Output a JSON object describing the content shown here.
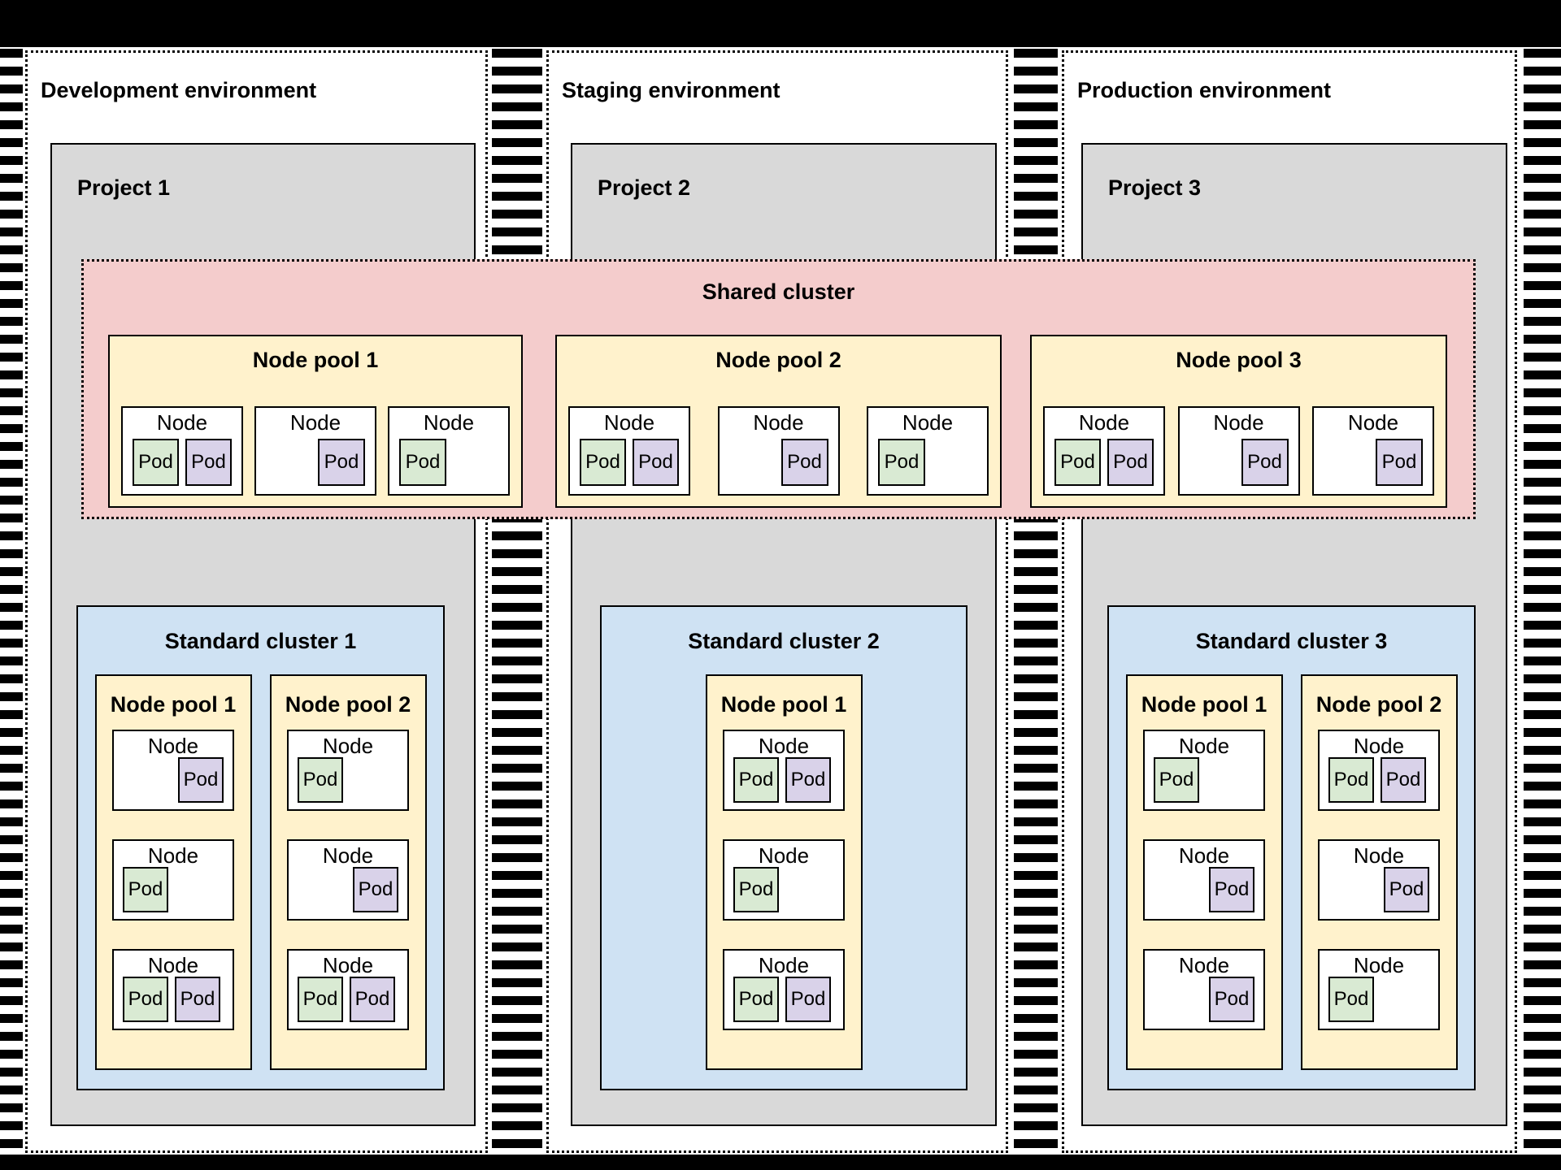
{
  "colors": {
    "project_gray": "#d9d9d9",
    "shared_cluster_pink": "#f4cccc",
    "node_pool_yellow": "#fff2cc",
    "standard_cluster_blue": "#cfe2f3",
    "pod_green": "#d9ead3",
    "pod_purple": "#d9d2e9",
    "border_black": "#000000",
    "background_white": "#ffffff"
  },
  "environments": [
    {
      "title": "Development environment",
      "project": {
        "title": "Project 1",
        "cluster": {
          "title": "Standard cluster 1",
          "node_pools": [
            {
              "title": "Node pool 1",
              "nodes": [
                {
                  "label": "Node",
                  "align": "right",
                  "pods": [
                    {
                      "label": "Pod",
                      "color": "purple"
                    }
                  ]
                },
                {
                  "label": "Node",
                  "align": "left",
                  "pods": [
                    {
                      "label": "Pod",
                      "color": "green"
                    }
                  ]
                },
                {
                  "label": "Node",
                  "align": "left",
                  "pods": [
                    {
                      "label": "Pod",
                      "color": "green"
                    },
                    {
                      "label": "Pod",
                      "color": "purple"
                    }
                  ]
                }
              ]
            },
            {
              "title": "Node pool 2",
              "nodes": [
                {
                  "label": "Node",
                  "align": "left",
                  "pods": [
                    {
                      "label": "Pod",
                      "color": "green"
                    }
                  ]
                },
                {
                  "label": "Node",
                  "align": "right",
                  "pods": [
                    {
                      "label": "Pod",
                      "color": "purple"
                    }
                  ]
                },
                {
                  "label": "Node",
                  "align": "left",
                  "pods": [
                    {
                      "label": "Pod",
                      "color": "green"
                    },
                    {
                      "label": "Pod",
                      "color": "purple"
                    }
                  ]
                }
              ]
            }
          ]
        }
      }
    },
    {
      "title": "Staging environment",
      "project": {
        "title": "Project 2",
        "cluster": {
          "title": "Standard cluster 2",
          "node_pools": [
            {
              "title": "Node pool 1",
              "nodes": [
                {
                  "label": "Node",
                  "align": "left",
                  "pods": [
                    {
                      "label": "Pod",
                      "color": "green"
                    },
                    {
                      "label": "Pod",
                      "color": "purple"
                    }
                  ]
                },
                {
                  "label": "Node",
                  "align": "left",
                  "pods": [
                    {
                      "label": "Pod",
                      "color": "green"
                    }
                  ]
                },
                {
                  "label": "Node",
                  "align": "left",
                  "pods": [
                    {
                      "label": "Pod",
                      "color": "green"
                    },
                    {
                      "label": "Pod",
                      "color": "purple"
                    }
                  ]
                }
              ]
            }
          ]
        }
      }
    },
    {
      "title": "Production environment",
      "project": {
        "title": "Project 3",
        "cluster": {
          "title": "Standard cluster 3",
          "node_pools": [
            {
              "title": "Node pool 1",
              "nodes": [
                {
                  "label": "Node",
                  "align": "left",
                  "pods": [
                    {
                      "label": "Pod",
                      "color": "green"
                    }
                  ]
                },
                {
                  "label": "Node",
                  "align": "right",
                  "pods": [
                    {
                      "label": "Pod",
                      "color": "purple"
                    }
                  ]
                },
                {
                  "label": "Node",
                  "align": "right",
                  "pods": [
                    {
                      "label": "Pod",
                      "color": "purple"
                    }
                  ]
                }
              ]
            },
            {
              "title": "Node pool 2",
              "nodes": [
                {
                  "label": "Node",
                  "align": "left",
                  "pods": [
                    {
                      "label": "Pod",
                      "color": "green"
                    },
                    {
                      "label": "Pod",
                      "color": "purple"
                    }
                  ]
                },
                {
                  "label": "Node",
                  "align": "right",
                  "pods": [
                    {
                      "label": "Pod",
                      "color": "purple"
                    }
                  ]
                },
                {
                  "label": "Node",
                  "align": "left",
                  "pods": [
                    {
                      "label": "Pod",
                      "color": "green"
                    }
                  ]
                }
              ]
            }
          ]
        }
      }
    }
  ],
  "shared_cluster": {
    "title": "Shared cluster",
    "node_pools": [
      {
        "title": "Node pool 1",
        "nodes": [
          {
            "label": "Node",
            "align": "left",
            "pods": [
              {
                "label": "Pod",
                "color": "green"
              },
              {
                "label": "Pod",
                "color": "purple"
              }
            ]
          },
          {
            "label": "Node",
            "align": "right",
            "pods": [
              {
                "label": "Pod",
                "color": "purple"
              }
            ]
          },
          {
            "label": "Node",
            "align": "left",
            "pods": [
              {
                "label": "Pod",
                "color": "green"
              }
            ]
          }
        ]
      },
      {
        "title": "Node pool 2",
        "nodes": [
          {
            "label": "Node",
            "align": "left",
            "pods": [
              {
                "label": "Pod",
                "color": "green"
              },
              {
                "label": "Pod",
                "color": "purple"
              }
            ]
          },
          {
            "label": "Node",
            "align": "right",
            "pods": [
              {
                "label": "Pod",
                "color": "purple"
              }
            ]
          },
          {
            "label": "Node",
            "align": "left",
            "pods": [
              {
                "label": "Pod",
                "color": "green"
              }
            ]
          }
        ]
      },
      {
        "title": "Node pool 3",
        "nodes": [
          {
            "label": "Node",
            "align": "left",
            "pods": [
              {
                "label": "Pod",
                "color": "green"
              },
              {
                "label": "Pod",
                "color": "purple"
              }
            ]
          },
          {
            "label": "Node",
            "align": "right",
            "pods": [
              {
                "label": "Pod",
                "color": "purple"
              }
            ]
          },
          {
            "label": "Node",
            "align": "right",
            "pods": [
              {
                "label": "Pod",
                "color": "purple"
              }
            ]
          }
        ]
      }
    ]
  }
}
